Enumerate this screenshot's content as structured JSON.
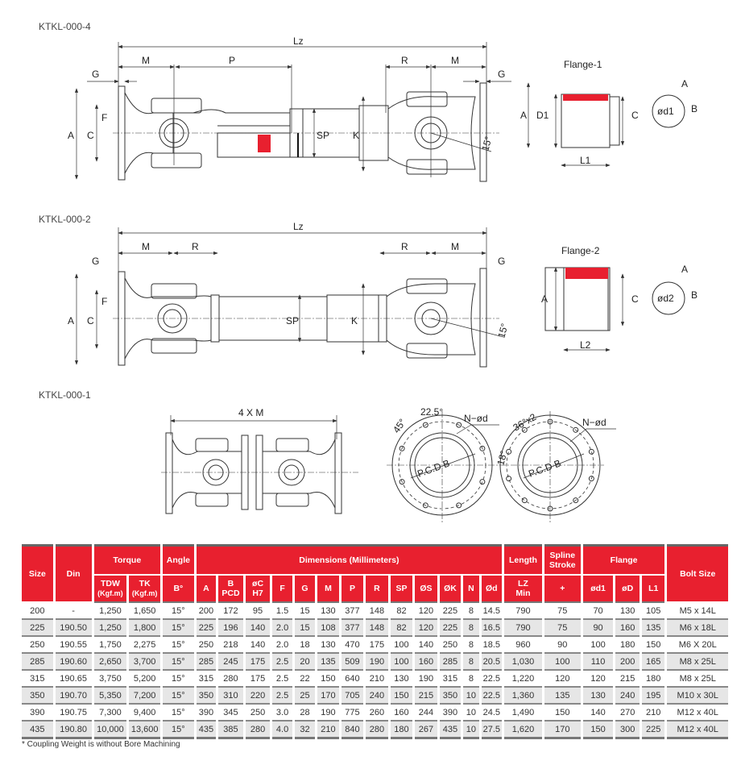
{
  "drawings": {
    "d4": {
      "title": "KTKL-000-4",
      "labels": {
        "lz": "Lz",
        "m": "M",
        "p": "P",
        "r": "R",
        "g": "G",
        "a": "A",
        "c": "C",
        "f": "F",
        "sp": "SP",
        "k": "K",
        "angle": "15°"
      },
      "flange": {
        "title": "Flange-1",
        "a": "A",
        "d1": "D1",
        "c": "C",
        "l1": "L1",
        "od1": "ød1",
        "dim_a": "A",
        "dim_b": "B"
      }
    },
    "d2": {
      "title": "KTKL-000-2",
      "labels": {
        "lz": "Lz",
        "m": "M",
        "r": "R",
        "g": "G",
        "a": "A",
        "c": "C",
        "f": "F",
        "sp": "SP",
        "k": "K",
        "angle": "15°"
      },
      "flange": {
        "title": "Flange-2",
        "a": "A",
        "c": "C",
        "l2": "L2",
        "od2": "ød2",
        "dim_a": "A",
        "dim_b": "B"
      }
    },
    "d1": {
      "title": "KTKL-000-1",
      "labels": {
        "four_m": "4 X M"
      },
      "flange8": {
        "a45": "45°",
        "a225": "22.5°",
        "nd": "N−ød",
        "pcd": "P.C.D B"
      },
      "flange10": {
        "a36": "36°x2",
        "a18": "18°",
        "nd": "N−ød",
        "pcd": "P.C.D B"
      }
    }
  },
  "table": {
    "headers": {
      "size": "Size",
      "din": "Din",
      "torque": "Torque",
      "angle": "Angle",
      "dimensions": "Dimensions (Millimeters)",
      "length": "Length",
      "spline": "Spline Stroke",
      "flange": "Flange",
      "bolt": "Bolt Size",
      "tdw": "TDW",
      "tdw_unit": "(Kgf.m)",
      "tk": "TK",
      "tk_unit": "(Kgf.m)",
      "b_deg": "B°",
      "a": "A",
      "b": "B",
      "b2": "PCD",
      "c": "øC",
      "c2": "H7",
      "f": "F",
      "g": "G",
      "m": "M",
      "p": "P",
      "r": "R",
      "sp": "SP",
      "os": "ØS",
      "ok": "ØK",
      "n": "N",
      "od": "Ød",
      "lz": "LZ",
      "lz2": "Min",
      "plus": "+",
      "od1": "ød1",
      "oD": "øD",
      "l1": "L1"
    },
    "rows": [
      [
        "200",
        "-",
        "1,250",
        "1,650",
        "15°",
        "200",
        "172",
        "95",
        "1.5",
        "15",
        "130",
        "377",
        "148",
        "82",
        "120",
        "225",
        "8",
        "14.5",
        "790",
        "75",
        "70",
        "130",
        "105",
        "M5 x 14L"
      ],
      [
        "225",
        "190.50",
        "1,250",
        "1,800",
        "15°",
        "225",
        "196",
        "140",
        "2.0",
        "15",
        "108",
        "377",
        "148",
        "82",
        "120",
        "225",
        "8",
        "16.5",
        "790",
        "75",
        "90",
        "160",
        "135",
        "M6 x 18L"
      ],
      [
        "250",
        "190.55",
        "1,750",
        "2,275",
        "15°",
        "250",
        "218",
        "140",
        "2.0",
        "18",
        "130",
        "470",
        "175",
        "100",
        "140",
        "250",
        "8",
        "18.5",
        "960",
        "90",
        "100",
        "180",
        "150",
        "M6 X 20L"
      ],
      [
        "285",
        "190.60",
        "2,650",
        "3,700",
        "15°",
        "285",
        "245",
        "175",
        "2.5",
        "20",
        "135",
        "509",
        "190",
        "100",
        "160",
        "285",
        "8",
        "20.5",
        "1,030",
        "100",
        "110",
        "200",
        "165",
        "M8 x 25L"
      ],
      [
        "315",
        "190.65",
        "3,750",
        "5,200",
        "15°",
        "315",
        "280",
        "175",
        "2.5",
        "22",
        "150",
        "640",
        "210",
        "130",
        "190",
        "315",
        "8",
        "22.5",
        "1,220",
        "120",
        "120",
        "215",
        "180",
        "M8 x 25L"
      ],
      [
        "350",
        "190.70",
        "5,350",
        "7,200",
        "15°",
        "350",
        "310",
        "220",
        "2.5",
        "25",
        "170",
        "705",
        "240",
        "150",
        "215",
        "350",
        "10",
        "22.5",
        "1,360",
        "135",
        "130",
        "240",
        "195",
        "M10 x 30L"
      ],
      [
        "390",
        "190.75",
        "7,300",
        "9,400",
        "15°",
        "390",
        "345",
        "250",
        "3.0",
        "28",
        "190",
        "775",
        "260",
        "160",
        "244",
        "390",
        "10",
        "24.5",
        "1,490",
        "150",
        "140",
        "270",
        "210",
        "M12 x 40L"
      ],
      [
        "435",
        "190.80",
        "10,000",
        "13,600",
        "15°",
        "435",
        "385",
        "280",
        "4.0",
        "32",
        "210",
        "840",
        "280",
        "180",
        "267",
        "435",
        "10",
        "27.5",
        "1,620",
        "170",
        "150",
        "300",
        "225",
        "M12 x 40L"
      ]
    ],
    "footnote": "* Coupling Weight is without Bore Machining"
  },
  "colors": {
    "header_red": "#e8202f",
    "alt_row": "#e6e6e6"
  }
}
